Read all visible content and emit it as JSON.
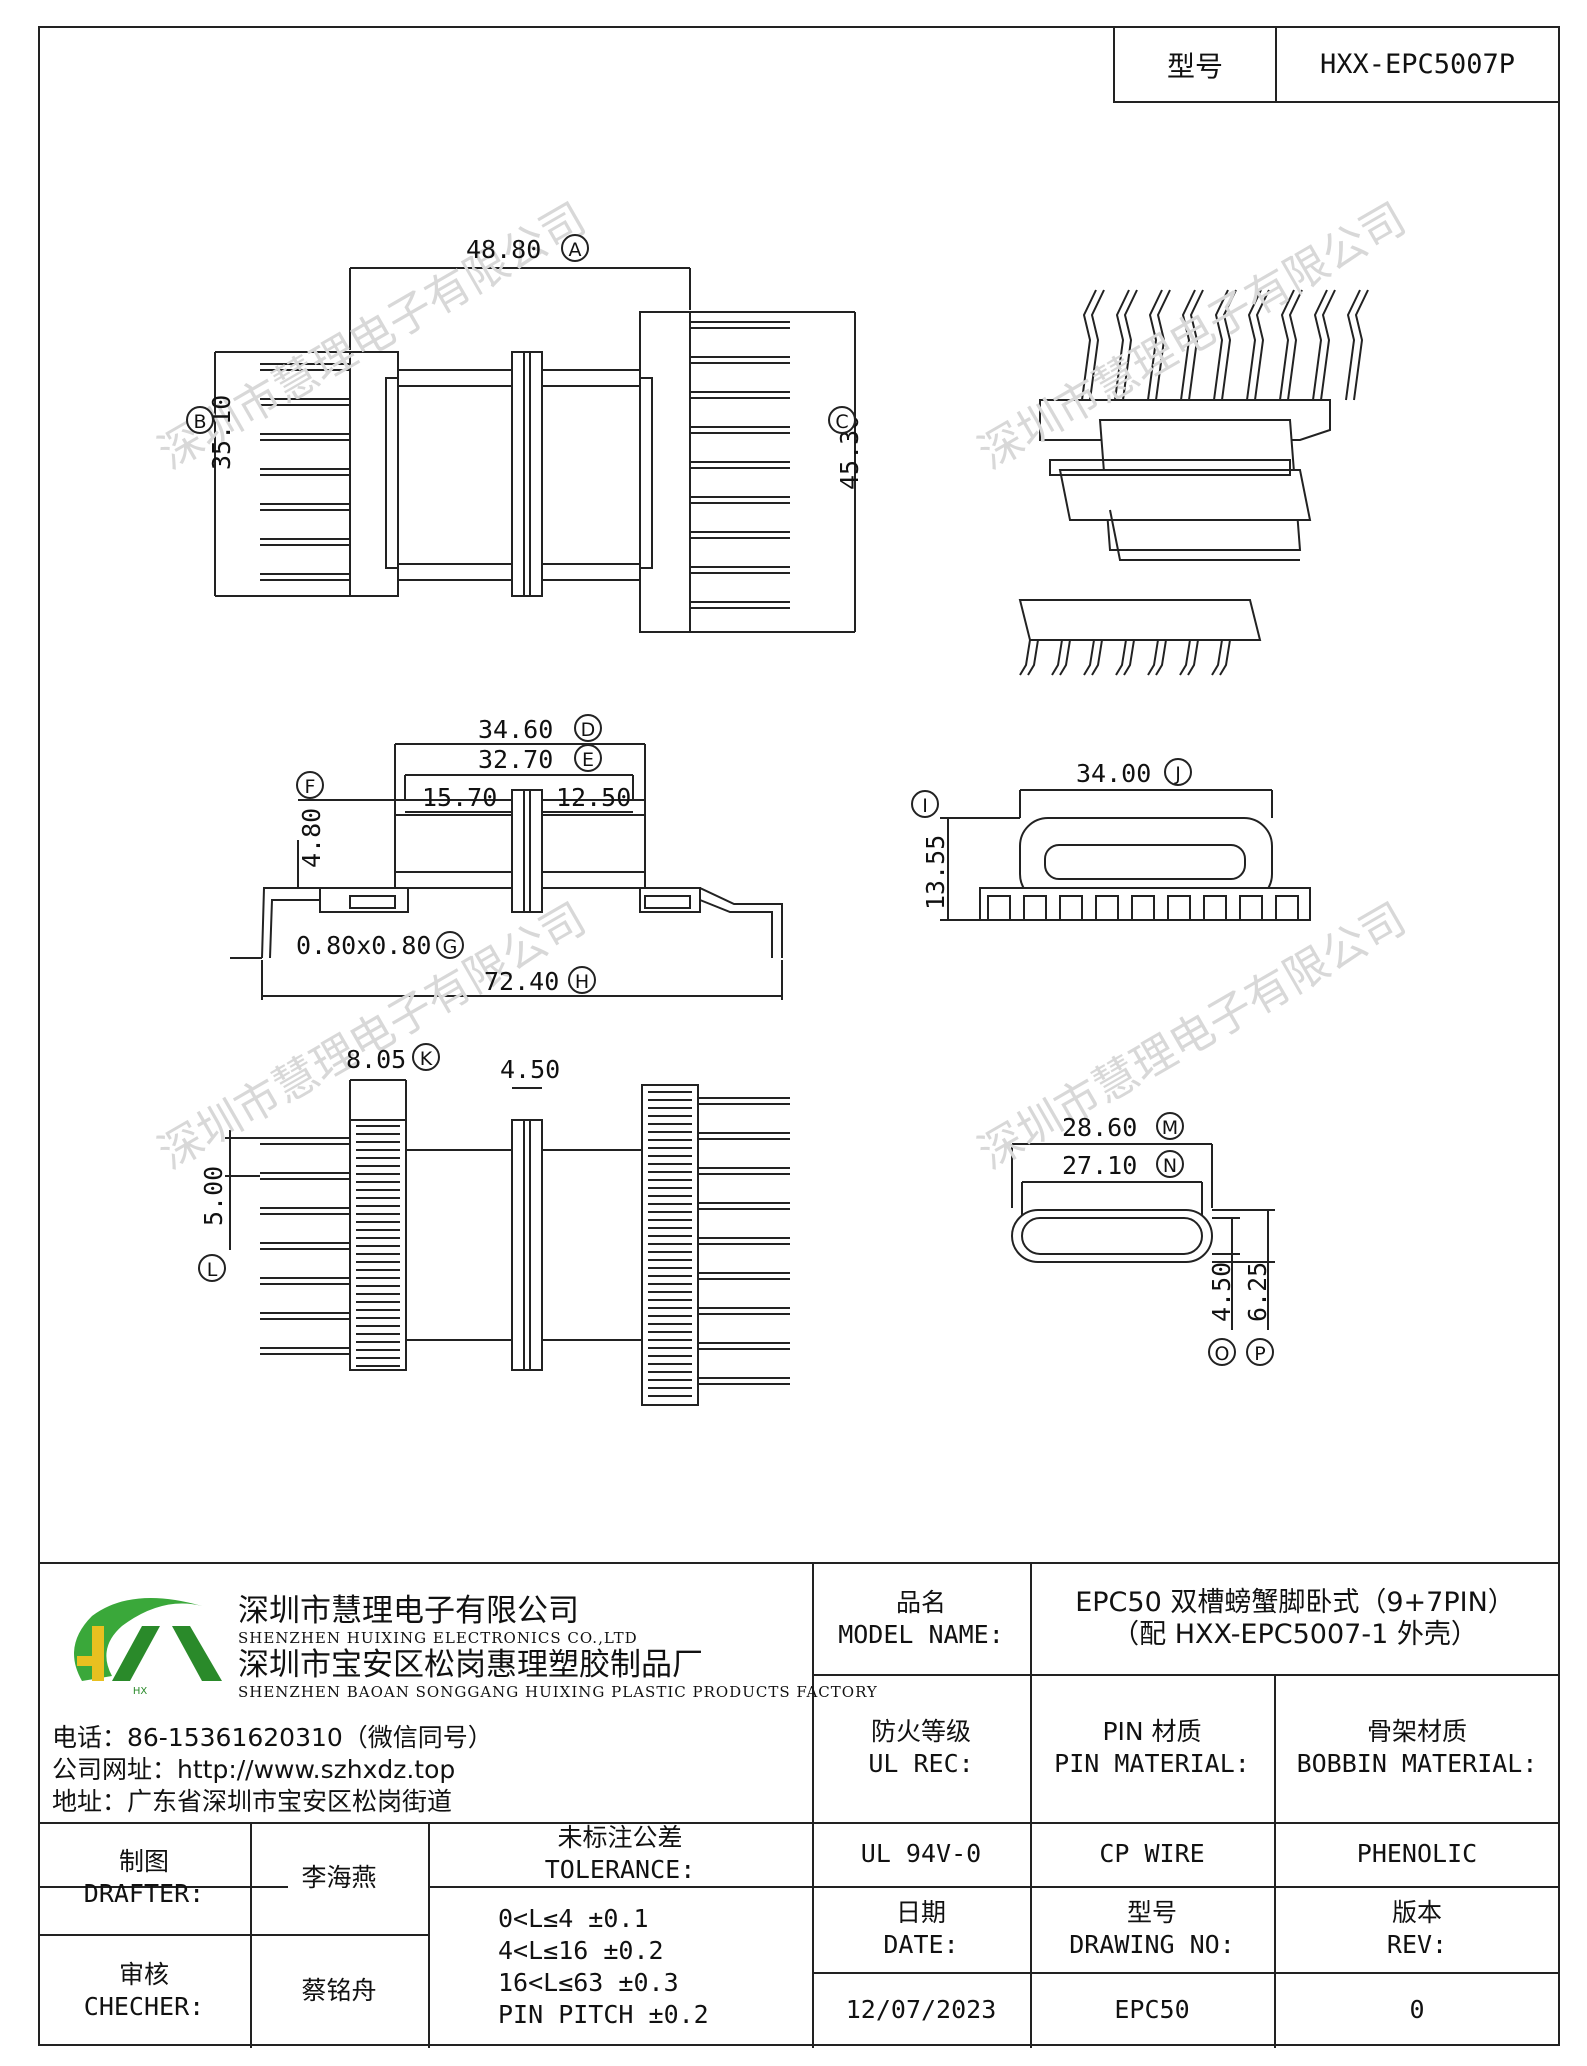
{
  "header": {
    "model_label": "型号",
    "model_value": "HXX-EPC5007P"
  },
  "watermark": "深圳市慧理电子有限公司",
  "dimensions": {
    "A": "48.80",
    "B": "35.10",
    "C": "45.30",
    "D": "34.60",
    "E": "32.70",
    "left_slot": "15.70",
    "right_slot": "12.50",
    "F": "4.80",
    "G": "0.80x0.80",
    "H": "72.40",
    "I": "13.55",
    "J": "34.00",
    "K": "8.05",
    "mid": "4.50",
    "L": "5.00",
    "M": "28.60",
    "N": "27.10",
    "O": "4.50",
    "P": "6.25"
  },
  "dimension_letters": {
    "A": "A",
    "B": "B",
    "C": "C",
    "D": "D",
    "E": "E",
    "F": "F",
    "G": "G",
    "H": "H",
    "I": "I",
    "J": "J",
    "K": "K",
    "L": "L",
    "M": "M",
    "N": "N",
    "O": "O",
    "P": "P"
  },
  "company": {
    "name_cn": "深圳市慧理电子有限公司",
    "name_en": "SHENZHEN HUIXING ELECTRONICS CO.,LTD",
    "factory_cn": "深圳市宝安区松岗惠理塑胶制品厂",
    "factory_en": "SHENZHEN BAOAN SONGGANG HUIXING PLASTIC PRODUCTS FACTORY",
    "phone": "电话：86-15361620310（微信同号）",
    "website": "公司网址：http://www.szhxdz.top",
    "address": "地址：广东省深圳市宝安区松岗街道",
    "logo_text": "HX"
  },
  "title_block": {
    "model_name_cn": "品名",
    "model_name_en": "MODEL NAME:",
    "model_name_value_1": "EPC50 双槽螃蟹脚卧式（9+7PIN）",
    "model_name_value_2": "（配 HXX-EPC5007-1 外壳）",
    "ul_cn": "防火等级",
    "ul_en": "UL REC:",
    "pin_cn": "PIN 材质",
    "pin_en": "PIN MATERIAL:",
    "bobbin_cn": "骨架材质",
    "bobbin_en": "BOBBIN MATERIAL:",
    "ul_value": "UL 94V-0",
    "pin_value": "CP WIRE",
    "bobbin_value": "PHENOLIC",
    "drafter_cn": "制图",
    "drafter_en": "DRAFTER:",
    "drafter_value": "李海燕",
    "checker_cn": "审核",
    "checker_en": "CHECHER:",
    "checker_value": "蔡铭舟",
    "tolerance_cn": "未标注公差",
    "tolerance_en": "TOLERANCE:",
    "tolerances": [
      "0<L≤4  ±0.1",
      "4<L≤16 ±0.2",
      "16<L≤63 ±0.3",
      "PIN PITCH ±0.2"
    ],
    "date_cn": "日期",
    "date_en": "DATE:",
    "date_value": "12/07/2023",
    "drawing_cn": "型号",
    "drawing_en": "DRAWING NO:",
    "drawing_value": "EPC50",
    "rev_cn": "版本",
    "rev_en": "REV:",
    "rev_value": "0"
  }
}
